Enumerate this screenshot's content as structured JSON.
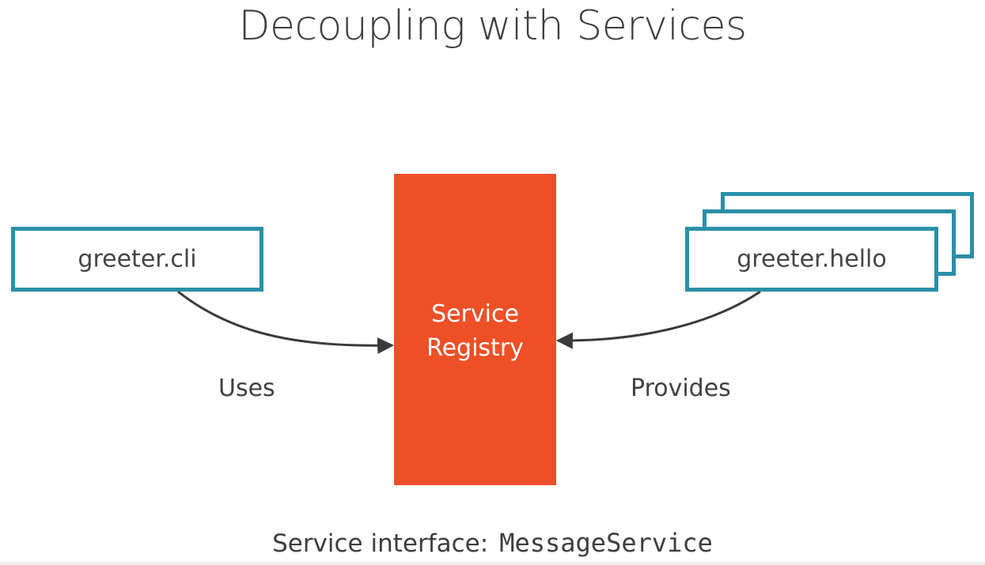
{
  "title": "Decoupling with Services",
  "consumer": {
    "label": "greeter.cli"
  },
  "registry": {
    "line1": "Service",
    "line2": "Registry"
  },
  "provider": {
    "label": "greeter.hello"
  },
  "edges": {
    "uses": "Uses",
    "provides": "Provides"
  },
  "footer": {
    "prefix": "Service interface:",
    "interface_name": "MessageService"
  },
  "colors": {
    "module_border": "#2b8fa8",
    "registry_fill": "#ed5027",
    "arrow": "#3a3a3a"
  }
}
